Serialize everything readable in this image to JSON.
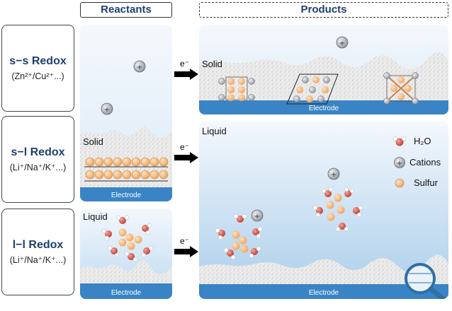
{
  "headers": {
    "reactants": "Reactants",
    "products": "Products"
  },
  "rows": [
    {
      "title": "s−s Redox",
      "sub": "(Zn²⁺/Cu²⁺...)"
    },
    {
      "title": "s−l Redox",
      "sub": "(Li⁺/Na⁺/K⁺...)"
    },
    {
      "title": "l−l Redox",
      "sub": "(Li⁺/Na⁺/K⁺...)"
    }
  ],
  "panels": {
    "electrode_label": "Electrode",
    "solid_label": "Solid",
    "liquid_label": "Liquid",
    "electron_label": "e⁻"
  },
  "legend": {
    "h2o": "H₂O",
    "cations": "Cations",
    "sulfur": "Sulfur"
  },
  "colors": {
    "title": "#1f3f73",
    "electrode": "#2f7cc0",
    "sulfur": "#f5b679",
    "oxygen": "#d9534f",
    "cation": "#9aa0aa"
  }
}
